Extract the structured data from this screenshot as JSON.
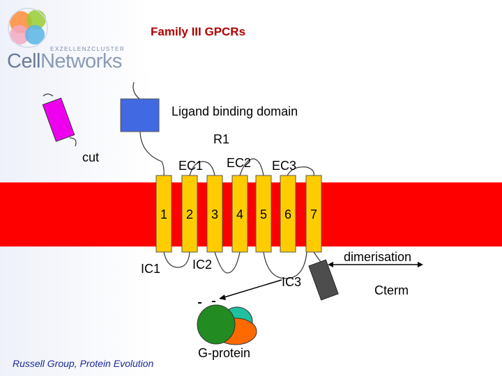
{
  "header": {
    "title": "Family III GPCRs"
  },
  "logo": {
    "subtitle": "EXZELLENZCLUSTER",
    "name_part1": "Cell",
    "name_part2": "Networks"
  },
  "labels": {
    "ligand_binding_domain": "Ligand binding domain",
    "r1": "R1",
    "cut": "cut",
    "ec1": "EC1",
    "ec2": "EC2",
    "ec3": "EC3",
    "ic1": "IC1",
    "ic2": "IC2",
    "ic3": "IC3",
    "dimerisation": "dimerisation",
    "cterm": "Cterm",
    "g_protein": "G-protein"
  },
  "helices": [
    "1",
    "2",
    "3",
    "4",
    "5",
    "6",
    "7"
  ],
  "footer": {
    "credit": "Russell Group, Protein Evolution"
  },
  "colors": {
    "membrane": "#ff0000",
    "helix": "#ffcc00",
    "ligand_domain": "#4169e1",
    "cut_fragment": "#ee00ee",
    "dimerisation_domain": "#4d4d4d",
    "g_alpha": "#228b22",
    "g_beta": "#20c0a0",
    "g_gamma": "#ff6a00"
  }
}
